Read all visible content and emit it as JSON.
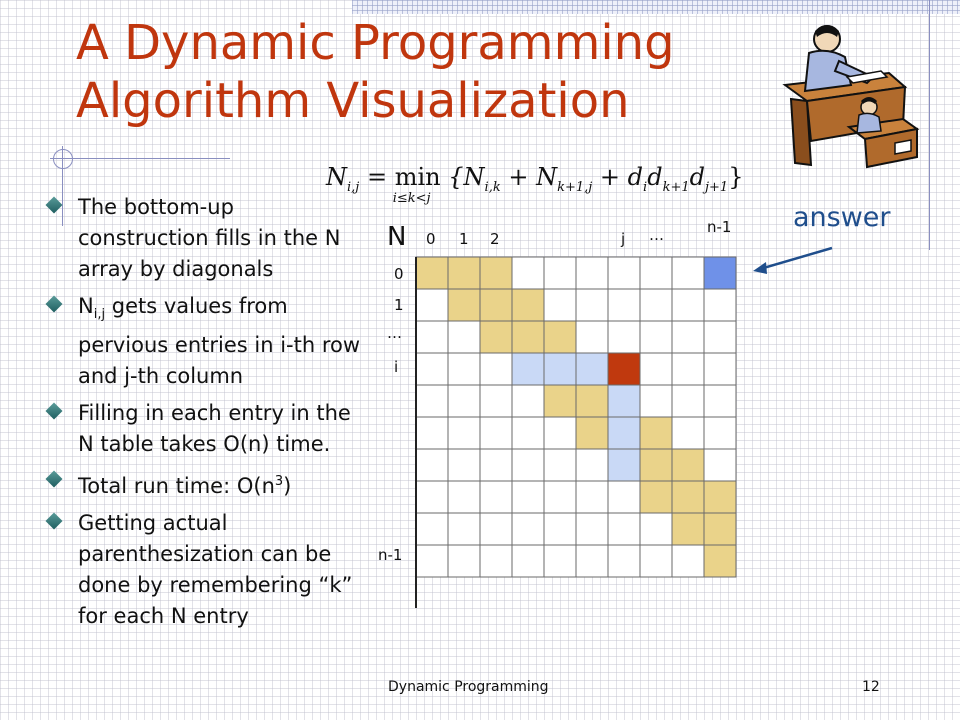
{
  "slide": {
    "title_line1": "A Dynamic Programming",
    "title_line2": "Algorithm Visualization",
    "bullets": {
      "b1": "The bottom-up construction fills in the N array by diagonals",
      "b2_prefix": "N",
      "b2_sub": "i,j",
      "b2_rest": " gets values from pervious entries in i-th row and j-th column",
      "b3": "Filling in each entry in the N table takes O(n) time.",
      "b4_prefix": "Total run time: O(n",
      "b4_sup": "3",
      "b4_suffix": ")",
      "b5": "Getting actual parenthesization can be done by remembering “k” for each N entry"
    },
    "formula": {
      "lhs": "N",
      "lhs_sub": "i,j",
      "op": "min",
      "range": "i≤k<j",
      "body": "{N",
      "t1_sub": "i,k",
      "t2": " + N",
      "t2_sub": "k+1,j",
      "t3": " + d",
      "t3_sub": "i",
      "t4": "d",
      "t4_sub": "k+1",
      "t5": "d",
      "t5_sub": "j+1",
      "end": "}"
    },
    "table": {
      "name": "N",
      "col_labels": [
        "0",
        "1",
        "2",
        "j",
        "…",
        "n-1"
      ],
      "row_labels": [
        "0",
        "1",
        "…",
        "i",
        "n-1"
      ],
      "answer_label": "answer",
      "colors": {
        "filled": "#ead38a",
        "row_col_dependency": "#c9d9f6",
        "current_entry": "#c0390e",
        "answer_entry": "#6f91e8",
        "empty": "#ffffff"
      }
    },
    "footer": {
      "center": "Dynamic Programming",
      "page": "12"
    },
    "decoration_icon": "person-at-desk-clipart"
  }
}
